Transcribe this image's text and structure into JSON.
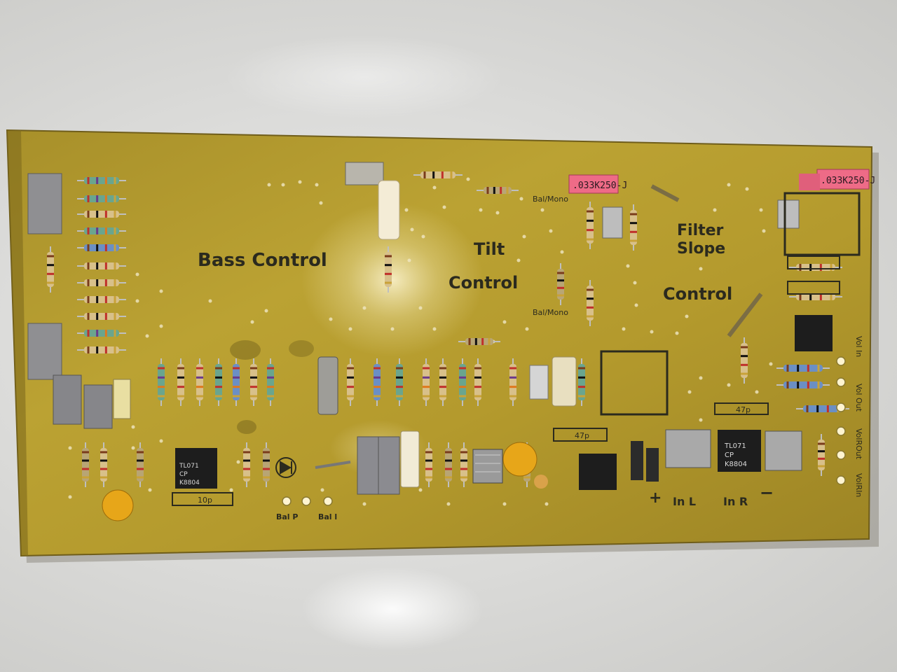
{
  "board": {
    "labels": {
      "bass_control": "Bass Control",
      "tilt": "Tilt",
      "tilt_control": "Control",
      "filter": "Filter",
      "slope": "Slope",
      "filter_control": "Control",
      "bal_mono_top": "Bal/Mono",
      "bal_mono_mid": "Bal/Mono",
      "in_l": "In L",
      "in_r": "In R",
      "plus": "+",
      "minus": "−",
      "bal_p": "Bal P",
      "bal_l": "Bal l",
      "vol_in": "Vol In",
      "vol_out": "Vol Out",
      "vol_r_out": "VolROut",
      "vol_r_in": "VolRIn",
      "cap_47p_a": "47p",
      "cap_47p_b": "47p",
      "cap_10p": "10p",
      "cap_red_1": ".033K250-J",
      "cap_red_2": ".033K250-J",
      "ic_text_1": "TL071",
      "ic_text_2": "TL071",
      "ic_sub": "CP",
      "ic_code": "K8804"
    }
  },
  "colors": {
    "pcb": "#b39a2c",
    "pcb_dark": "#8d7620",
    "background": "#e2e2e0",
    "ceramic": "#e8a81a",
    "red_cap": "#ec6a85",
    "chip": "#1d1d1d"
  }
}
